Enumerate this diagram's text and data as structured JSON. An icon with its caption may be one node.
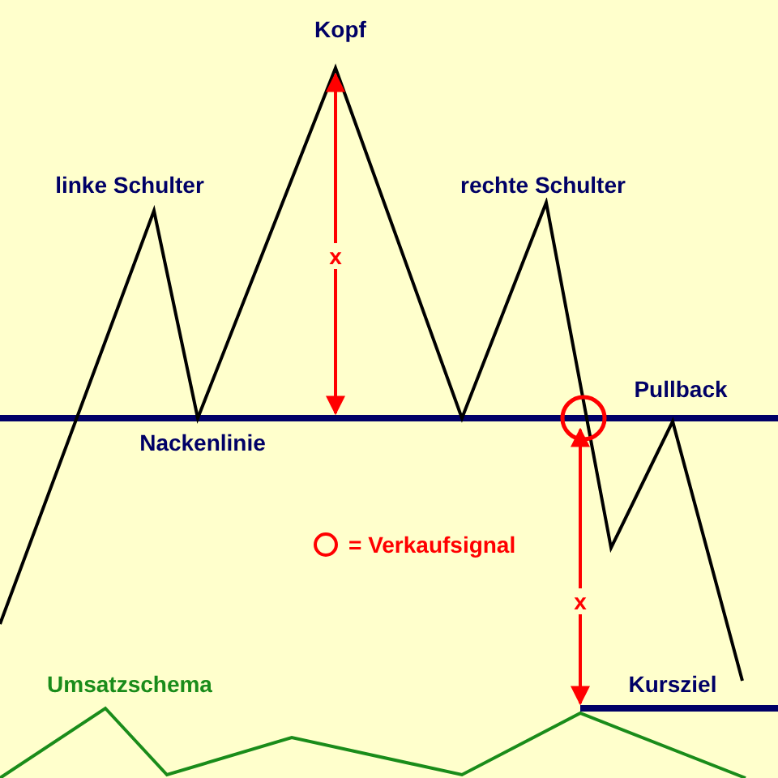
{
  "diagram": {
    "labels": [
      "Kopf",
      "linke Schulter",
      "rechte Schulter",
      "x",
      "Pullback",
      "Nackenlinie",
      "x",
      "Umsatzschema",
      "Kursziel"
    ],
    "legend": [
      {
        "text": "= Verkaufsignal"
      }
    ]
  }
}
